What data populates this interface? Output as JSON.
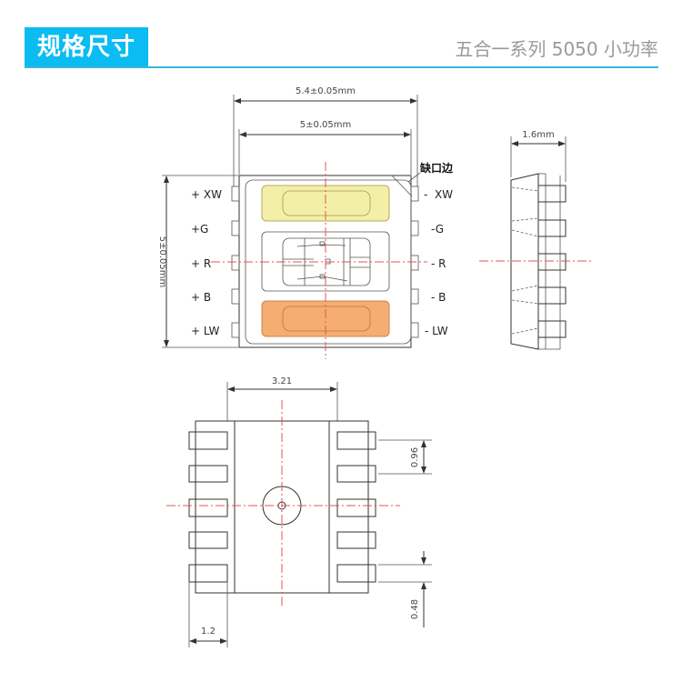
{
  "header": {
    "title": "规格尺寸",
    "subtitle": "五合一系列 5050 小功率",
    "accent_color": "#0bbcf2"
  },
  "top_view": {
    "width_outer": "5.4±0.05mm",
    "width_body": "5±0.05mm",
    "height": "5±0.05mm",
    "notch_label": "缺口边",
    "left_pins": [
      "+ XW",
      "+G",
      "+ R",
      "+ B",
      "+ LW"
    ],
    "right_pins": [
      "-  XW",
      "-G",
      "- R",
      "- B",
      "- LW"
    ],
    "chip_colors": {
      "xw": "#f3efa6",
      "lw": "#f6ad72"
    }
  },
  "side_view": {
    "thickness": "1.6mm"
  },
  "bottom_view": {
    "center_width": "3.21",
    "pin_pitch": "0.96",
    "pin_width": "0.48",
    "pin_length": "1.2"
  }
}
